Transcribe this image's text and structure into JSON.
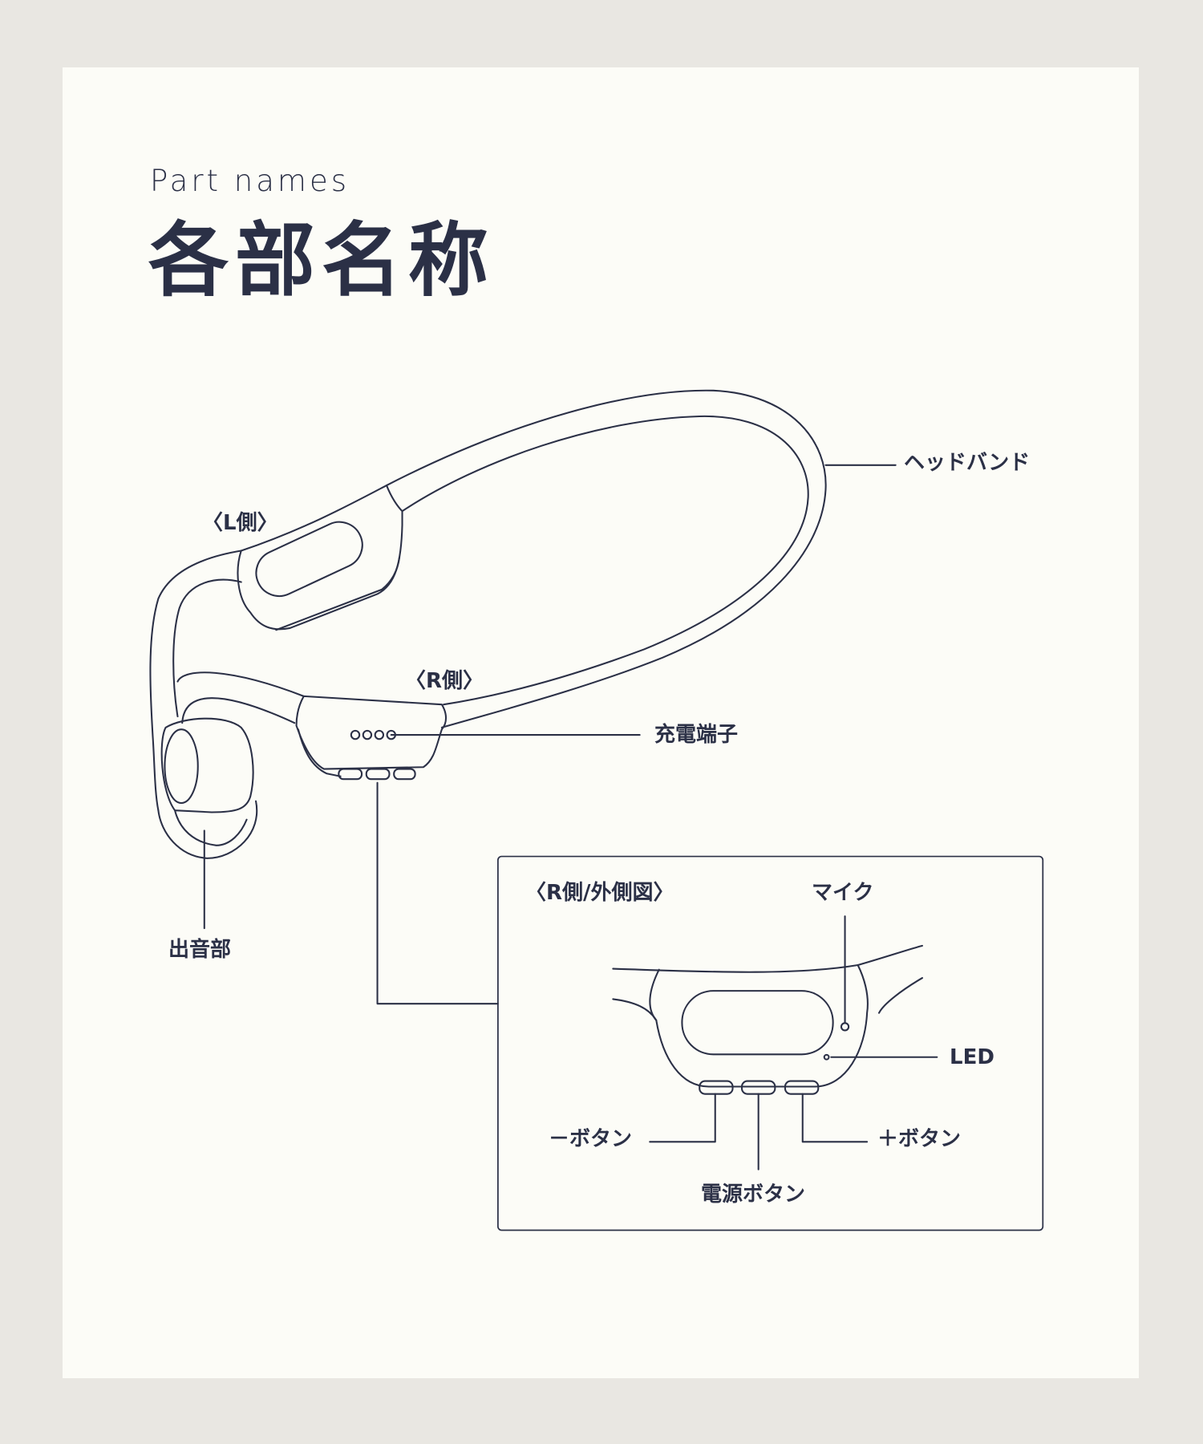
{
  "header": {
    "subtitle": "Part names",
    "title": "各部名称"
  },
  "labels": {
    "headband": "ヘッドバンド",
    "left_side": "〈L側〉",
    "right_side": "〈R側〉",
    "charging_port": "充電端子",
    "speaker": "出音部"
  },
  "inset": {
    "title": "〈R側/外側図〉",
    "mic": "マイク",
    "led": "LED",
    "minus_button": "－ボタン",
    "plus_button": "＋ボタン",
    "power_button": "電源ボタン"
  },
  "colors": {
    "ink": "#2b3046",
    "card": "#fcfcf7",
    "background": "#e9e7e2"
  }
}
